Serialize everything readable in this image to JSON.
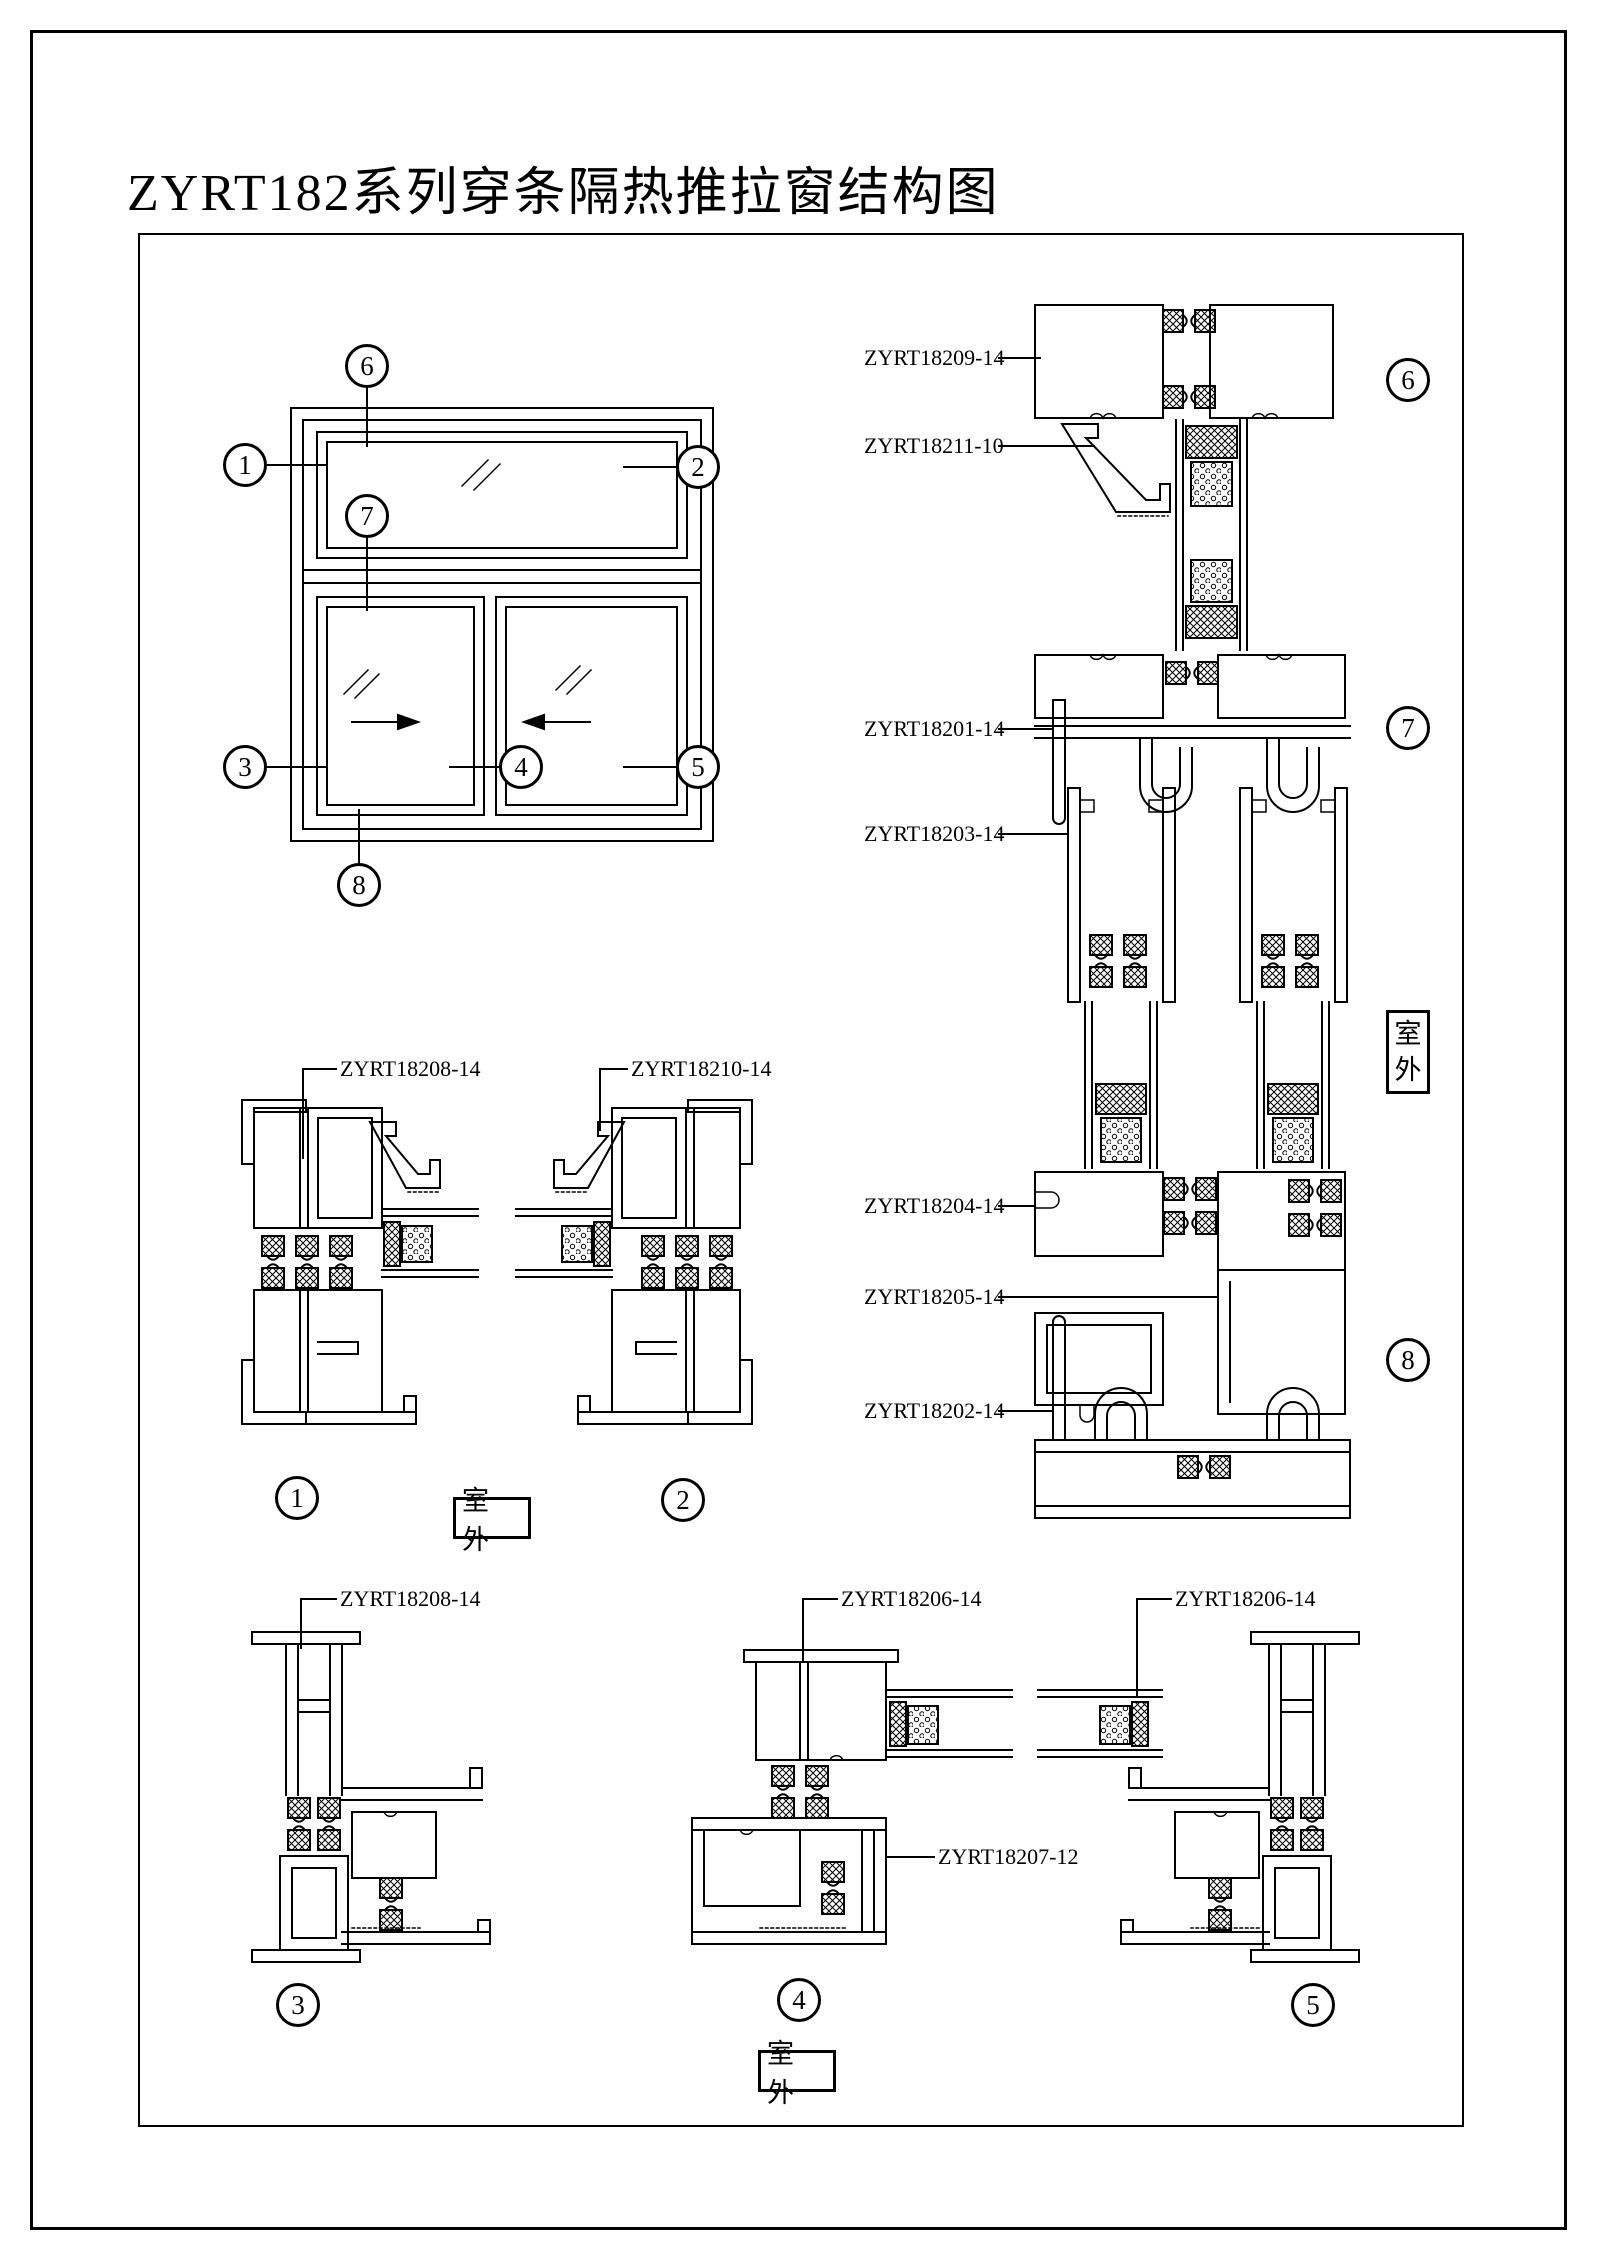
{
  "title": "ZYRT182系列穿条隔热推拉窗结构图",
  "outdoor": {
    "label": "室 外",
    "chars": [
      "室",
      "外"
    ]
  },
  "callout_numbers": {
    "n1": "1",
    "n2": "2",
    "n3": "3",
    "n4": "4",
    "n5": "5",
    "n6": "6",
    "n7": "7",
    "n8": "8"
  },
  "part_labels": {
    "zyrt18209": "ZYRT18209-14",
    "zyrt18211": "ZYRT18211-10",
    "zyrt18201": "ZYRT18201-14",
    "zyrt18203": "ZYRT18203-14",
    "zyrt18204": "ZYRT18204-14",
    "zyrt18205": "ZYRT18205-14",
    "zyrt18202": "ZYRT18202-14",
    "s1": "ZYRT18208-14",
    "s2": "ZYRT18210-14",
    "s3": "ZYRT18208-14",
    "s4": "ZYRT18206-14",
    "s5": "ZYRT18206-14",
    "s4_sill": "ZYRT18207-12"
  },
  "sections": [
    {
      "no": "1",
      "parts": [
        "ZYRT18208-14"
      ]
    },
    {
      "no": "2",
      "parts": [
        "ZYRT18210-14"
      ]
    },
    {
      "no": "3",
      "parts": [
        "ZYRT18208-14"
      ]
    },
    {
      "no": "4",
      "parts": [
        "ZYRT18206-14",
        "ZYRT18207-12"
      ]
    },
    {
      "no": "5",
      "parts": [
        "ZYRT18206-14"
      ]
    },
    {
      "no": "6",
      "parts": [
        "ZYRT18209-14",
        "ZYRT18211-10"
      ]
    },
    {
      "no": "7",
      "parts": [
        "ZYRT18201-14",
        "ZYRT18203-14"
      ]
    },
    {
      "no": "8",
      "parts": [
        "ZYRT18204-14",
        "ZYRT18205-14",
        "ZYRT18202-14"
      ]
    }
  ],
  "colors": {
    "line": "#000000",
    "background": "#ffffff"
  }
}
